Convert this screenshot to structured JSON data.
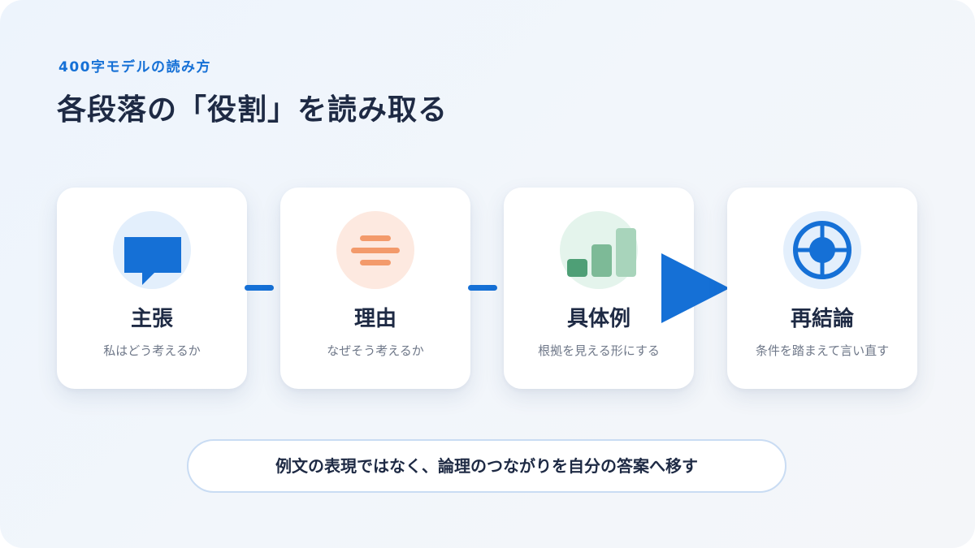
{
  "header": {
    "eyebrow": "400字モデルの読み方",
    "title": "各段落の「役割」を読み取る"
  },
  "cards": [
    {
      "title": "主張",
      "subtitle": "私はどう考えるか",
      "icon": "speech-bubble-icon",
      "accent": "#1570d6",
      "icon_bg": "#e3effc"
    },
    {
      "title": "理由",
      "subtitle": "なぜそう考えるか",
      "icon": "lines-icon",
      "accent": "#f39a6b",
      "icon_bg": "#fde9e0"
    },
    {
      "title": "具体例",
      "subtitle": "根拠を見える形にする",
      "icon": "bar-chart-icon",
      "accent": "#4e9f76",
      "icon_bg": "#e4f4ec"
    },
    {
      "title": "再結論",
      "subtitle": "条件を踏まえて言い直す",
      "icon": "target-icon",
      "accent": "#1570d6",
      "icon_bg": "#e3effc"
    }
  ],
  "footer": {
    "note": "例文の表現ではなく、論理のつながりを自分の答案へ移す"
  },
  "colors": {
    "primary": "#1570d6",
    "text_dark": "#1e2a44",
    "text_muted": "#6f7889",
    "pill_border": "#c9dcf3"
  }
}
